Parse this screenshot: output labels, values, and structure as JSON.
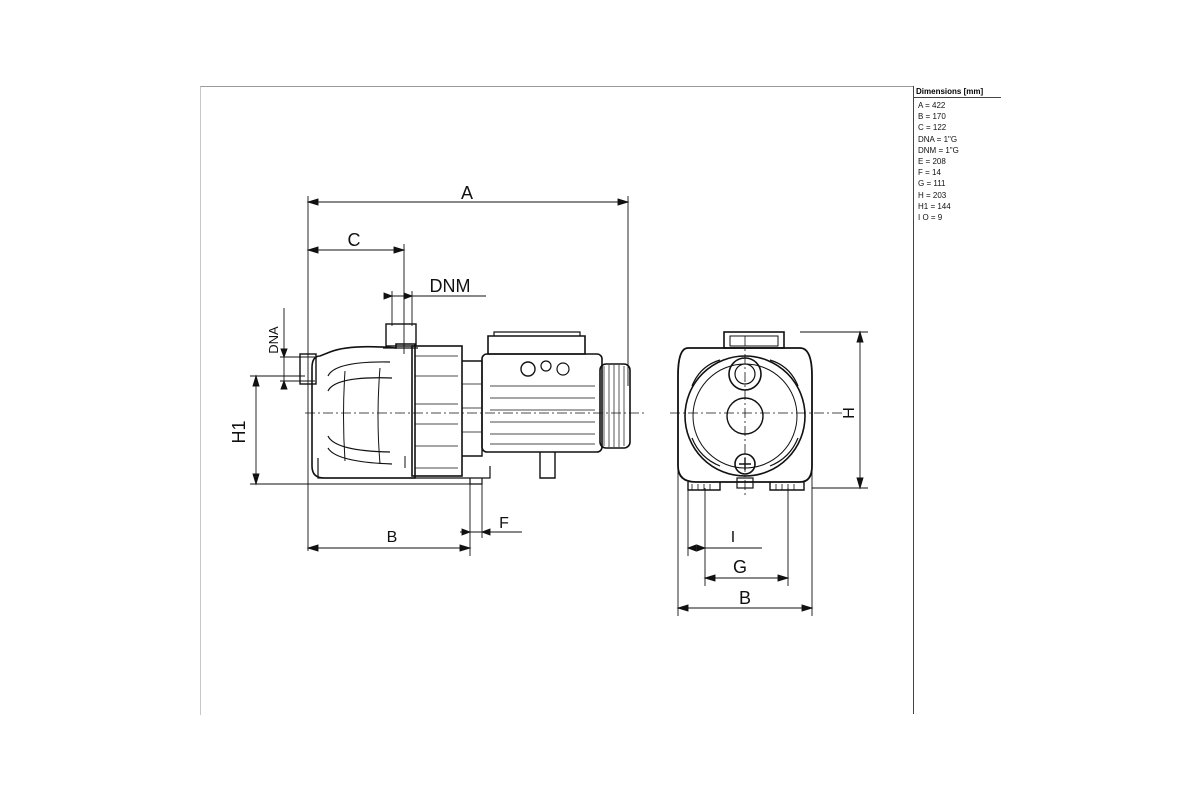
{
  "panel": {
    "title": "Dimensions [mm]",
    "items": [
      "A = 422",
      "B = 170",
      "C = 122",
      "DNA = 1\"G",
      "DNM = 1\"G",
      "E = 208",
      "F = 14",
      "G = 111",
      "H = 203",
      "H1 = 144",
      "I O = 9"
    ]
  },
  "labels": {
    "A": "A",
    "C": "C",
    "DNM": "DNM",
    "DNA": "DNA",
    "H1": "H1",
    "B_side": "B",
    "F": "F",
    "H": "H",
    "I": "I",
    "G": "G",
    "B_front": "B"
  }
}
